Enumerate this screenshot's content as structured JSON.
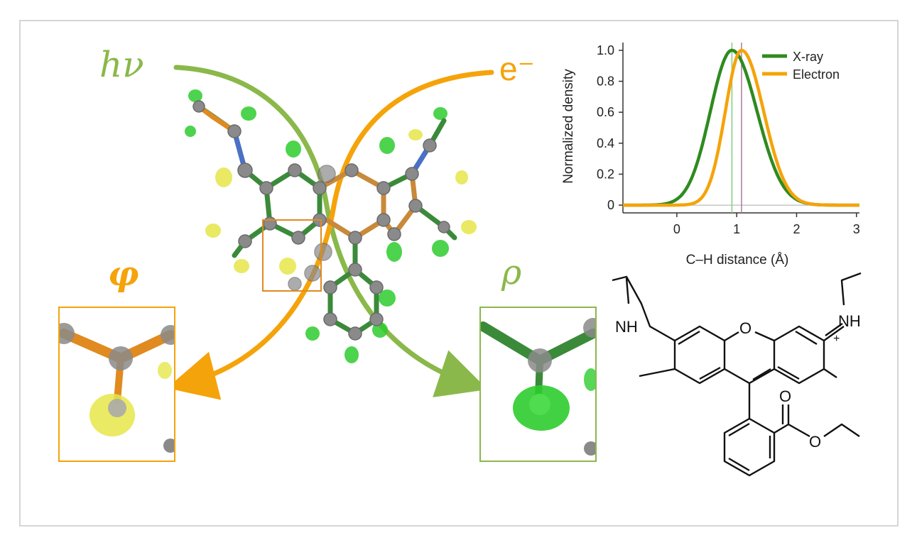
{
  "labels": {
    "photon": "hν",
    "electron": "e⁻",
    "phi": "φ",
    "rho": "ρ"
  },
  "colors": {
    "xray": "#2e8b1f",
    "electron": "#f5a30a",
    "xray_arc": "#8ab84a",
    "electron_arc": "#f5a30a",
    "bond_orange": "#e08a20",
    "bond_green": "#3a8a3a",
    "atom_grey": "#8a8a8a",
    "density_green": "#2ecc2e",
    "density_yellow": "#e6e64a"
  },
  "structure": {
    "atoms": {
      "nh_left": "NH",
      "nh_right": "NH",
      "charge": "+",
      "o_ring": "O",
      "o_carbonyl": "O",
      "o_ester": "O"
    }
  },
  "chart_data": {
    "type": "line",
    "xlabel": "C–H distance (Å)",
    "ylabel": "Normalized density",
    "xlim": [
      -0.9,
      3.05
    ],
    "ylim": [
      -0.05,
      1.05
    ],
    "xticks": [
      0,
      1,
      2,
      3
    ],
    "yticks": [
      0,
      0.2,
      0.4,
      0.6,
      0.8,
      1.0
    ],
    "xtick_labels": [
      "0",
      "1",
      "2",
      "3"
    ],
    "ytick_labels": [
      "0",
      "0.2",
      "0.4",
      "0.6",
      "0.8",
      "1.0"
    ],
    "legend_position": "top-right",
    "series": [
      {
        "name": "X-ray",
        "color": "#2e8b1f",
        "peak": 0.92,
        "sigma_left": 0.36,
        "sigma_right": 0.42,
        "marker_x": 0.92
      },
      {
        "name": "Electron",
        "color": "#f5a30a",
        "peak": 1.08,
        "sigma_left": 0.27,
        "sigma_right": 0.37,
        "marker_x": 1.08
      }
    ]
  }
}
